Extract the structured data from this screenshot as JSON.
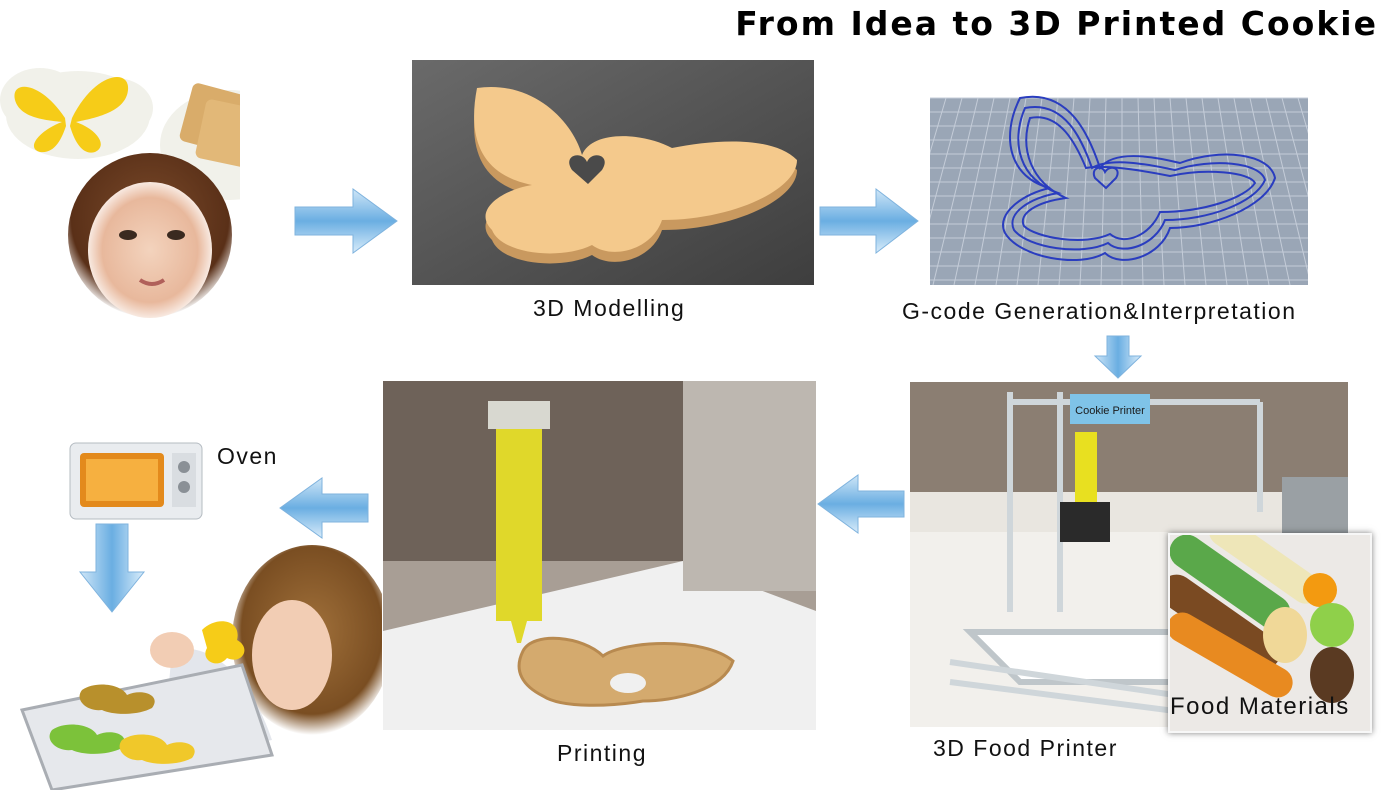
{
  "title": "From Idea to 3D Printed Cookie",
  "steps": {
    "modelling": "3D Modelling",
    "gcode": "G-code Generation&Interpretation",
    "printer": "3D Food Printer",
    "materials": "Food Materials",
    "printing": "Printing",
    "oven": "Oven"
  },
  "printer_sign": "Cookie Printer",
  "colors": {
    "arrow": "#5fa3dc",
    "cookie": "#f4c98c",
    "butterfly": "#f6cc18",
    "gcode_grid": "#b8c6d8",
    "gcode_lines": "#2a3dbf"
  }
}
